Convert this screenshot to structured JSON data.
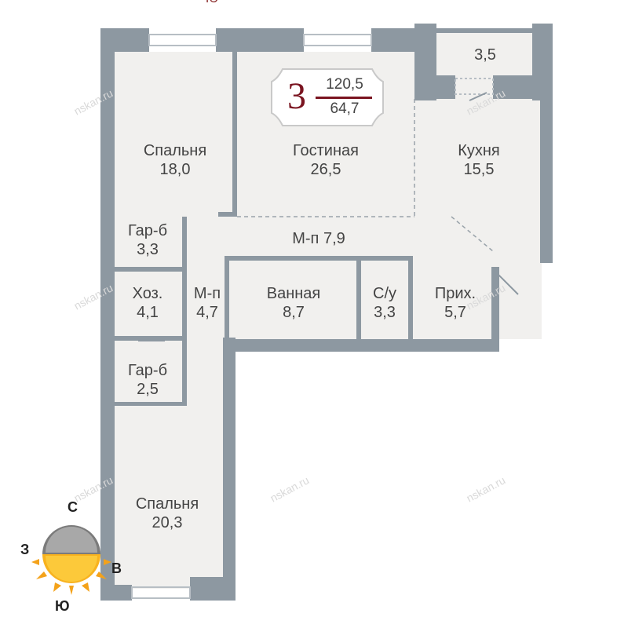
{
  "apartment": {
    "rooms_count": "3",
    "total_area": "120,5",
    "living_area": "64,7"
  },
  "rooms": [
    {
      "id": "bedroom-1",
      "name": "Спальня",
      "area": "18,0"
    },
    {
      "id": "living-room",
      "name": "Гостиная",
      "area": "26,5"
    },
    {
      "id": "kitchen",
      "name": "Кухня",
      "area": "15,5"
    },
    {
      "id": "balcony",
      "name": "",
      "area": "3,5"
    },
    {
      "id": "wardrobe-1",
      "name": "Гар-б",
      "area": "3,3"
    },
    {
      "id": "hallway-main",
      "name": "М-п 7,9",
      "area": ""
    },
    {
      "id": "utility",
      "name": "Хоз.",
      "area": "4,1"
    },
    {
      "id": "hallway-small",
      "name": "М-п",
      "area": "4,7"
    },
    {
      "id": "bathroom",
      "name": "Ванная",
      "area": "8,7"
    },
    {
      "id": "toilet",
      "name": "С/у",
      "area": "3,3"
    },
    {
      "id": "entrance",
      "name": "Прих.",
      "area": "5,7"
    },
    {
      "id": "wardrobe-2",
      "name": "Гар-б",
      "area": "2,5"
    },
    {
      "id": "bedroom-2",
      "name": "Спальня",
      "area": "20,3"
    }
  ],
  "compass": {
    "north": "С",
    "south": "Ю",
    "east": "В",
    "west": "З"
  },
  "top_mark": "Ю",
  "watermark": "nskan.ru",
  "colors": {
    "wall": "#8d98a1",
    "floor": "#f1f0ee",
    "accent": "#7a1420",
    "text": "#444444"
  }
}
